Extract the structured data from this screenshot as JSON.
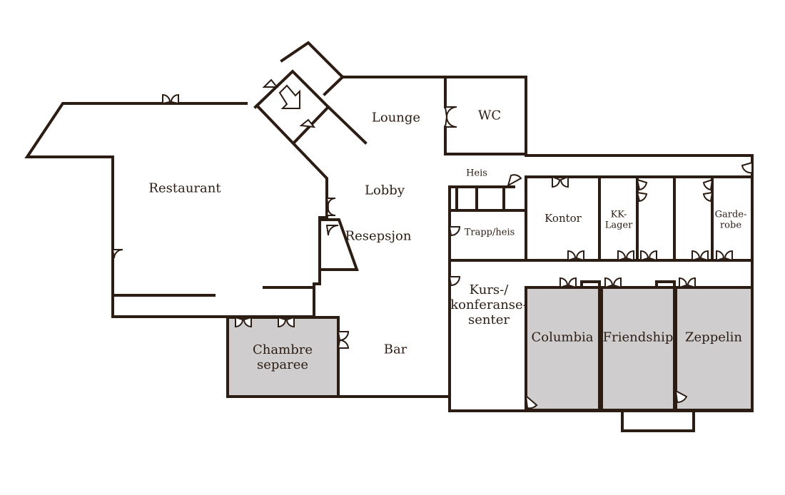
{
  "rooms": {
    "restaurant": "Restaurant",
    "lounge": "Lounge",
    "wc": "WC",
    "lobby": "Lobby",
    "resepsjon": "Resepsjon",
    "heis": "Heis",
    "trapp_heis": "Trapp/heis",
    "kontor": "Kontor",
    "kk_lager": "KK-\nLager",
    "garderobe": "Garde-\nrobe",
    "kurs": "Kurs-/\nkonferanse-\nsenter",
    "columbia": "Columbia",
    "friendship": "Friendship",
    "zeppelin": "Zeppelin",
    "chambre": "Chambre\nseparee",
    "bar": "Bar"
  },
  "colors": {
    "wall": "#2b1c14",
    "shaded_room": "#cfcdcd",
    "background": "#ffffff"
  },
  "icons": {
    "entrance": "arrow-down-right-icon",
    "door": "door-swing-icon"
  }
}
